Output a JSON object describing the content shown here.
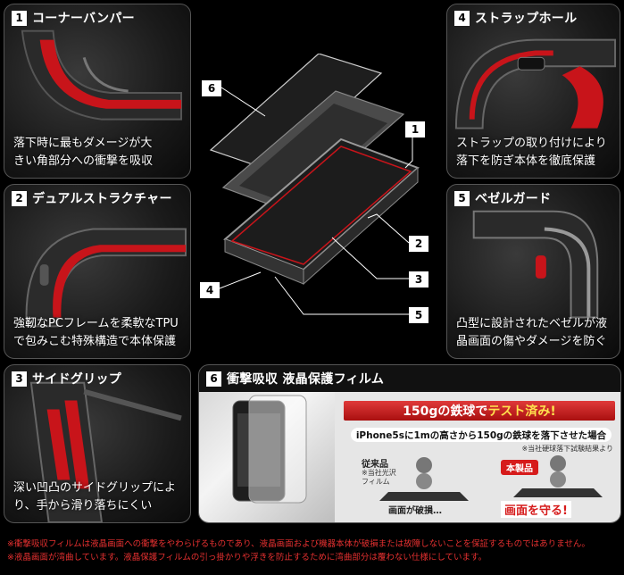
{
  "panels": [
    {
      "num": "1",
      "title": "コーナーバンパー",
      "desc": [
        "落下時に最もダメージが大",
        "きい角部分への衝撃を吸収"
      ]
    },
    {
      "num": "2",
      "title": "デュアルストラクチャー",
      "desc": [
        "強靭なPCフレームを柔軟なTPU",
        "で包みこむ特殊構造で本体保護"
      ]
    },
    {
      "num": "3",
      "title": "サイドグリップ",
      "desc": [
        "深い凹凸のサイドグリップによ",
        "り、手から滑り落ちにくい"
      ]
    },
    {
      "num": "4",
      "title": "ストラップホール",
      "desc": [
        "ストラップの取り付けにより",
        "落下を防ぎ本体を徹底保護"
      ]
    },
    {
      "num": "5",
      "title": "ベゼルガード",
      "desc": [
        "凸型に設計されたベゼルが液",
        "晶画面の傷やダメージを防ぐ"
      ]
    }
  ],
  "callouts": [
    "6",
    "1",
    "2",
    "3",
    "4",
    "5"
  ],
  "film": {
    "num": "6",
    "title": "衝撃吸収 液晶保護フィルム",
    "banner_pre": "150gの鉄球で",
    "banner_hl": "テスト済み!",
    "test_desc": "iPhone5sに1mの高さから150gの鉄球を落下させた場合",
    "test_note": "※当社硬球落下試験結果より",
    "conventional": "従来品",
    "conventional_note": [
      "※当社光沢",
      "フィルム"
    ],
    "product": "本製品",
    "broken": "画面が破損…",
    "protect": "画面を守る!"
  },
  "notes": [
    "※衝撃吸収フィルムは液晶画面への衝撃をやわらげるものであり、液晶画面および機器本体が破損または故障しないことを保証するものではありません。",
    "※液晶画面が湾曲しています。液晶保護フィルムの引っ掛かりや浮きを防止するために湾曲部分は覆わない仕様にしています。"
  ],
  "colors": {
    "accent_red": "#d61b1b",
    "note_red": "#e53030",
    "bg": "#000000"
  }
}
